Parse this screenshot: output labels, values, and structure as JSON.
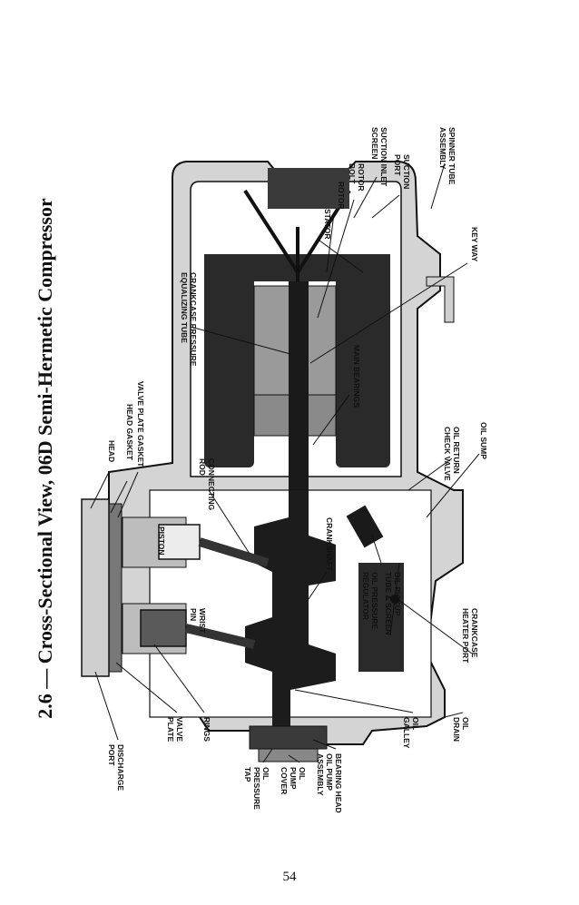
{
  "page": {
    "title": "2.6 — Cross-Sectional View, 06D Semi-Hermetic Compressor",
    "page_number": "54"
  },
  "labels": {
    "spinner_tube_assembly": [
      "SPINNER TUBE",
      "ASSEMBLY"
    ],
    "suction_port": [
      "SUCTION",
      "PORT"
    ],
    "suction_inlet_screen": [
      "SUCTION INLET",
      "SCREEN"
    ],
    "rotor_bolt": [
      "ROTOR",
      "BOLT"
    ],
    "rotor": [
      "ROTOR"
    ],
    "stator": [
      "STATOR"
    ],
    "key_way": [
      "KEY WAY"
    ],
    "crankcase_pressure_equalizing_tube": [
      "CRANKCASE PRESSURE",
      "EQUALIZING TUBE"
    ],
    "main_bearings": [
      "MAIN BEARINGS"
    ],
    "head": [
      "HEAD"
    ],
    "head_gasket": [
      "HEAD GASKET"
    ],
    "valve_plate_gasket": [
      "VALVE PLATE GASKET"
    ],
    "connecting_rod": [
      "CONNECTING",
      "ROD"
    ],
    "oil_return_check_valve": [
      "OIL RETURN",
      "CHECK VALVE"
    ],
    "oil_sump": [
      "OIL SUMP"
    ],
    "piston": [
      "PISTON"
    ],
    "crankshaft": [
      "CRANKSHAFT"
    ],
    "crankcase_heater_port": [
      "CRANKCASE",
      "HEATER PORT"
    ],
    "wrist_pin": [
      "WRIST",
      "PIN"
    ],
    "oil_pressure_regulator": [
      "OIL PRESSURE",
      "REGULATOR"
    ],
    "oil_pickup_tube_screen": [
      "OIL PICKUP",
      "TUBE & SCREEN"
    ],
    "discharge_port": [
      "DISCHARGE",
      "PORT"
    ],
    "valve_plate": [
      "VALVE",
      "PLATE"
    ],
    "rings": [
      "RINGS"
    ],
    "oil_galley": [
      "OIL",
      "GALLEY"
    ],
    "oil_drain": [
      "OIL",
      "DRAIN"
    ],
    "oil_pressure_tap": [
      "OIL",
      "PRESSURE",
      "TAP"
    ],
    "oil_pump_cover": [
      "OIL",
      "PUMP",
      "COVER"
    ],
    "bearing_head_oil_pump_assembly": [
      "BEARING HEAD",
      "OIL PUMP",
      "ASSEMBLY"
    ]
  }
}
